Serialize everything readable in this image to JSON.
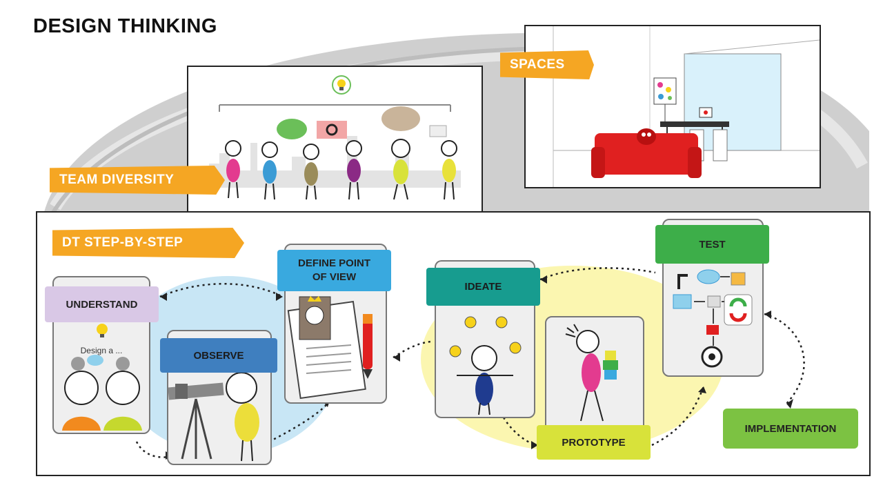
{
  "title": "DESIGN THINKING",
  "tags": {
    "spaces": "SPACES",
    "team_diversity": "TEAM DIVERSITY",
    "dt_step_by_step": "DT STEP-BY-STEP"
  },
  "steps": {
    "understand": "UNDERSTAND",
    "observe": "OBSERVE",
    "define_line1": "DEFINE POINT",
    "define_line2": "OF VIEW",
    "ideate": "IDEATE",
    "prototype": "PROTOTYPE",
    "test": "TEST",
    "implementation": "IMPLEMENTATION"
  },
  "understand_caption": "Design a ...",
  "colors": {
    "tag_orange": "#f5a623",
    "understand": "#d9c8e6",
    "observe": "#3f7fbf",
    "define": "#39a9df",
    "ideate": "#179c8f",
    "prototype": "#d8e23a",
    "test": "#3dae49",
    "implementation": "#7cc242",
    "sofa": "#e02020",
    "observe_bg": "#c8e6f5",
    "ideate_bg": "#fbf6b0"
  },
  "icons": [
    "lightbulb-icon",
    "telescope-icon",
    "pen-icon",
    "cloud-icon",
    "flow-diagram-icon",
    "cycle-icon"
  ]
}
